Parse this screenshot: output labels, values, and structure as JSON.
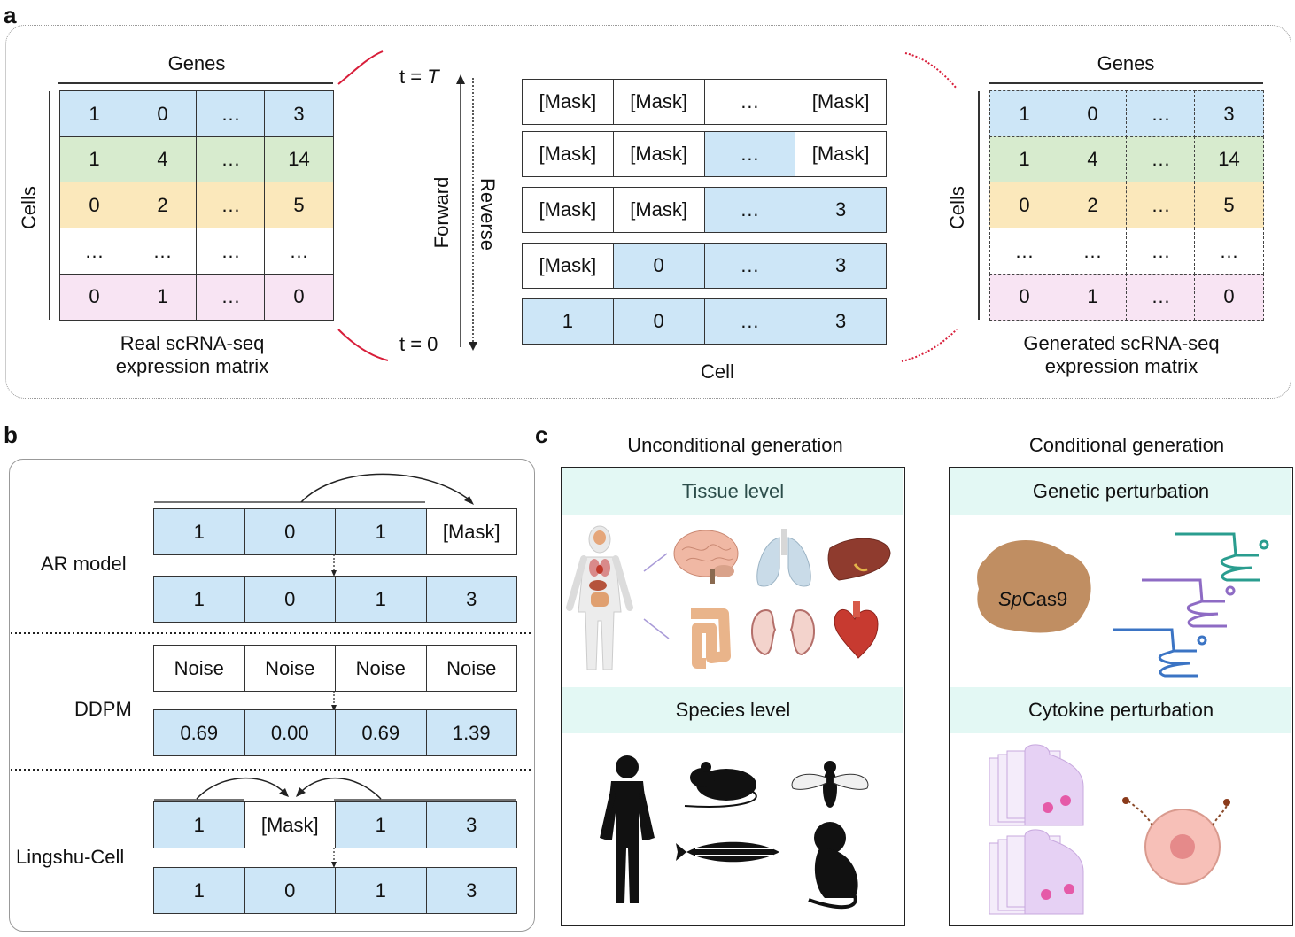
{
  "panels": {
    "a": "a",
    "b": "b",
    "c": "c"
  },
  "panel_a": {
    "real_matrix": {
      "col_header": "Genes",
      "row_header": "Cells",
      "caption_line1": "Real scRNA-seq",
      "caption_line2": "expression matrix",
      "rows": [
        [
          "1",
          "0",
          "…",
          "3"
        ],
        [
          "1",
          "4",
          "…",
          "14"
        ],
        [
          "0",
          "2",
          "…",
          "5"
        ],
        [
          "…",
          "…",
          "…",
          "…"
        ],
        [
          "0",
          "1",
          "…",
          "0"
        ]
      ]
    },
    "generated_matrix": {
      "col_header": "Genes",
      "row_header": "Cells",
      "caption_line1": "Generated scRNA-seq",
      "caption_line2": "expression matrix",
      "rows": [
        [
          "1",
          "0",
          "…",
          "3"
        ],
        [
          "1",
          "4",
          "…",
          "14"
        ],
        [
          "0",
          "2",
          "…",
          "5"
        ],
        [
          "…",
          "…",
          "…",
          "…"
        ],
        [
          "0",
          "1",
          "…",
          "0"
        ]
      ]
    },
    "time_top_prefix": "t = ",
    "time_top_var": "T",
    "time_bottom": "t = 0",
    "forward_label": "Forward",
    "reverse_label": "Reverse",
    "cell_label": "Cell",
    "diffusion_steps": [
      [
        "[Mask]",
        "[Mask]",
        "…",
        "[Mask]"
      ],
      [
        "[Mask]",
        "[Mask]",
        "…",
        "[Mask]"
      ],
      [
        "[Mask]",
        "[Mask]",
        "…",
        "3"
      ],
      [
        "[Mask]",
        "0",
        "…",
        "3"
      ],
      [
        "1",
        "0",
        "…",
        "3"
      ]
    ]
  },
  "panel_b": {
    "ar": {
      "label": "AR model",
      "top": [
        "1",
        "0",
        "1",
        "[Mask]"
      ],
      "bottom": [
        "1",
        "0",
        "1",
        "3"
      ]
    },
    "ddpm": {
      "label": "DDPM",
      "top": [
        "Noise",
        "Noise",
        "Noise",
        "Noise"
      ],
      "bottom": [
        "0.69",
        "0.00",
        "0.69",
        "1.39"
      ]
    },
    "lingshu": {
      "label": "Lingshu-Cell",
      "top": [
        "1",
        "[Mask]",
        "1",
        "3"
      ],
      "bottom": [
        "1",
        "0",
        "1",
        "3"
      ]
    }
  },
  "panel_c": {
    "unconditional_title": "Unconditional generation",
    "conditional_title": "Conditional generation",
    "tissue_level": "Tissue level",
    "species_level": "Species level",
    "genetic_perturbation": "Genetic perturbation",
    "cytokine_perturbation": "Cytokine perturbation",
    "spcas9_italic": "Sp",
    "spcas9_rest": "Cas9"
  },
  "colors": {
    "blue": "#cde6f7",
    "green": "#d7ebce",
    "yellow": "#fbe8bb",
    "pink": "#f8e4f3",
    "teal_band": "#e3f8f4",
    "red_connector": "#d81e3a"
  }
}
